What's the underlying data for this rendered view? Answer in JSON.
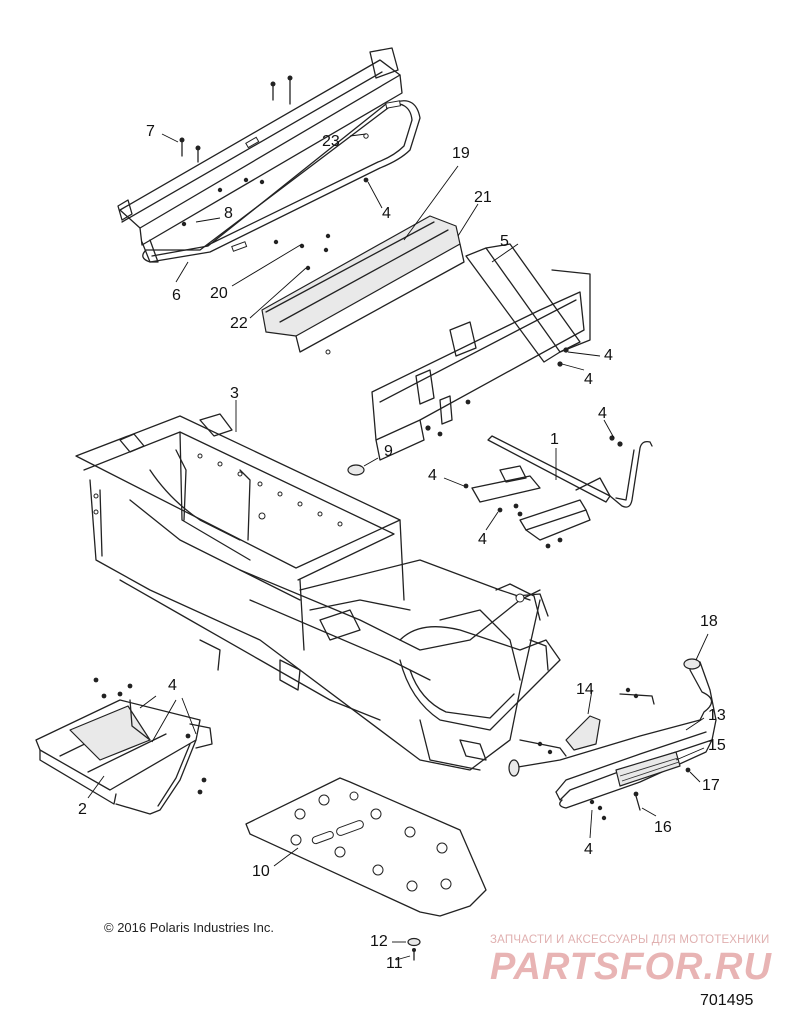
{
  "callouts": [
    {
      "id": "c1",
      "text": "1"
    },
    {
      "id": "c2",
      "text": "2"
    },
    {
      "id": "c3",
      "text": "3"
    },
    {
      "id": "c4a",
      "text": "4"
    },
    {
      "id": "c4b",
      "text": "4"
    },
    {
      "id": "c4c",
      "text": "4"
    },
    {
      "id": "c4d",
      "text": "4"
    },
    {
      "id": "c4e",
      "text": "4"
    },
    {
      "id": "c4f",
      "text": "4"
    },
    {
      "id": "c4g",
      "text": "4"
    },
    {
      "id": "c4h",
      "text": "4"
    },
    {
      "id": "c5",
      "text": "5"
    },
    {
      "id": "c6",
      "text": "6"
    },
    {
      "id": "c7",
      "text": "7"
    },
    {
      "id": "c8",
      "text": "8"
    },
    {
      "id": "c9",
      "text": "9"
    },
    {
      "id": "c10",
      "text": "10"
    },
    {
      "id": "c11",
      "text": "11"
    },
    {
      "id": "c12",
      "text": "12"
    },
    {
      "id": "c13",
      "text": "13"
    },
    {
      "id": "c14",
      "text": "14"
    },
    {
      "id": "c15",
      "text": "15"
    },
    {
      "id": "c16",
      "text": "16"
    },
    {
      "id": "c17",
      "text": "17"
    },
    {
      "id": "c18",
      "text": "18"
    },
    {
      "id": "c19",
      "text": "19"
    },
    {
      "id": "c20",
      "text": "20"
    },
    {
      "id": "c21",
      "text": "21"
    },
    {
      "id": "c22",
      "text": "22"
    },
    {
      "id": "c23",
      "text": "23"
    }
  ],
  "copyright": "© 2016 Polaris Industries Inc.",
  "watermark": {
    "tagline": "ЗАПЧАСТИ И АКСЕССУАРЫ ДЛЯ МОТОТЕХНИКИ",
    "logo": "PARTSFOR.RU",
    "color": "#e8b4b4"
  },
  "diagram_number": "701495"
}
